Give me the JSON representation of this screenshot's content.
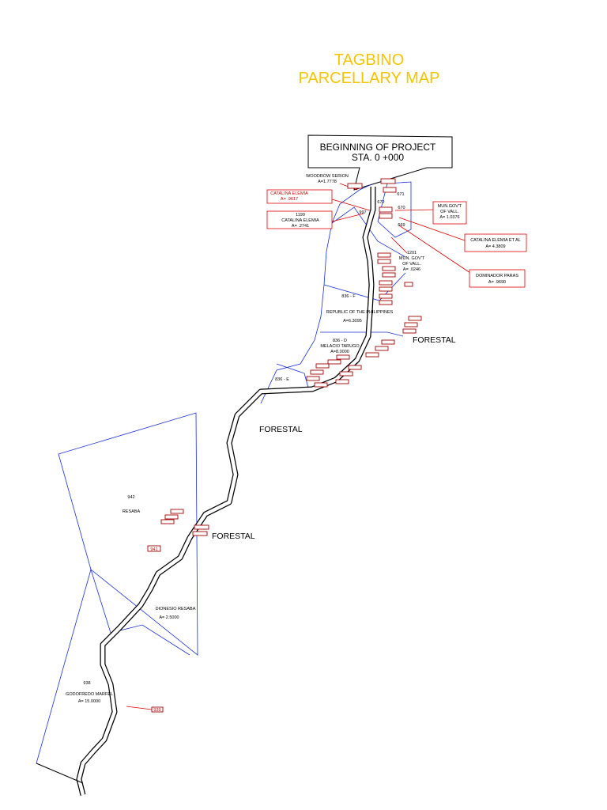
{
  "map": {
    "title_line1": "TAGBINO",
    "title_line2": "PARCELLARY MAP",
    "project_start": {
      "line1": "BEGINNING OF PROJECT",
      "line2": "STA. 0 +000"
    },
    "forestal_labels": [
      "FORESTAL",
      "FORESTAL",
      "FORESTAL"
    ],
    "lots": {
      "woodrow": {
        "name": "WOODROW SERION",
        "area": "A=1.7778"
      },
      "catalina_1": {
        "name": "CATALINA ELEMIA",
        "area": "A= .9617"
      },
      "catalina_1199": {
        "lot": "1199",
        "name": "CATALINA ELEMIA",
        "area": "A= .2741"
      },
      "mun_govt_670": {
        "line1": "MUN.GOV'T",
        "line2": "OF VALL.",
        "area": "A= 1.0376"
      },
      "catalina_et_al": {
        "name": "CATALINA ELEMIA ET AL",
        "area": "A= 4.3809"
      },
      "mun_govt_1201": {
        "lot": "1201",
        "line1": "MUN. GOV'T",
        "line2": "OF VALL.",
        "area": "A= .0246"
      },
      "dominador": {
        "name": "DOMINADOR PARAS",
        "area": "A= .9690"
      },
      "republic": {
        "lot": "836 - F",
        "name": "REPUBLIC OF THE PHILIPPINES",
        "area": "A=6.3095"
      },
      "melacio": {
        "lot": "836 - D",
        "name": "MELACIO TARUGO",
        "area": "A=8.0000"
      },
      "lot_836e": {
        "lot": "836 - E"
      },
      "resaba": {
        "lot": "942",
        "name": "RESABA"
      },
      "dionesio": {
        "name": "DIONESIO RESABA",
        "area": "A= 2.5000"
      },
      "godofredo": {
        "lot": "938",
        "name": "GODOFREDO MARFEL",
        "area": "A= 15.0000"
      }
    },
    "lot_numbers": {
      "n671": "671",
      "n672": "672",
      "n997": "997",
      "n670": "670",
      "n669": "669",
      "n941": "941",
      "n939": "939"
    },
    "colors": {
      "title": "#f5c400",
      "parcel_boundary": "#1a2fd6",
      "leader_line": "#e00000",
      "road": "#000000"
    }
  }
}
